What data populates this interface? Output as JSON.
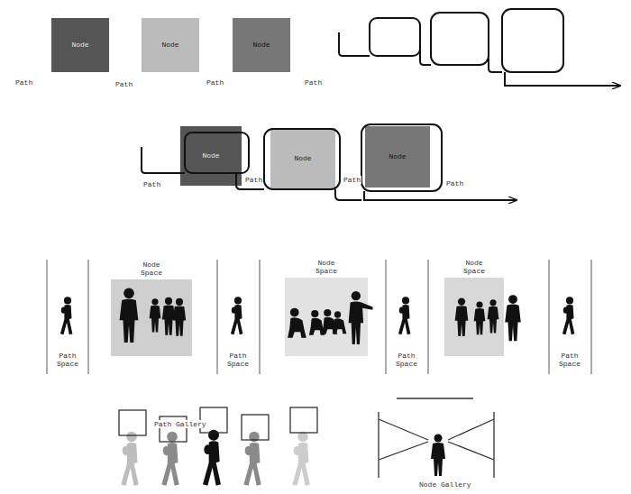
{
  "diagram": {
    "nodes": [
      {
        "text": [
          "Node"
        ]
      },
      {
        "text": [
          "Node"
        ]
      },
      {
        "text": [
          "Node"
        ]
      },
      {
        "text": [
          "Node"
        ]
      },
      {
        "text": [
          "Node"
        ]
      },
      {
        "text": [
          "Node"
        ]
      },
      {
        "text": [
          "Node Space"
        ]
      },
      {
        "text": [
          "Node Space"
        ]
      },
      {
        "text": [
          "Node Space"
        ]
      }
    ],
    "labels": [
      "Path",
      "Path",
      "Path",
      "Path",
      "Path",
      "Path",
      "Path",
      "Path",
      "Path Space",
      "Path Space",
      "Path Space",
      "Path Space",
      "Path Gallery",
      "Node Gallery"
    ]
  }
}
